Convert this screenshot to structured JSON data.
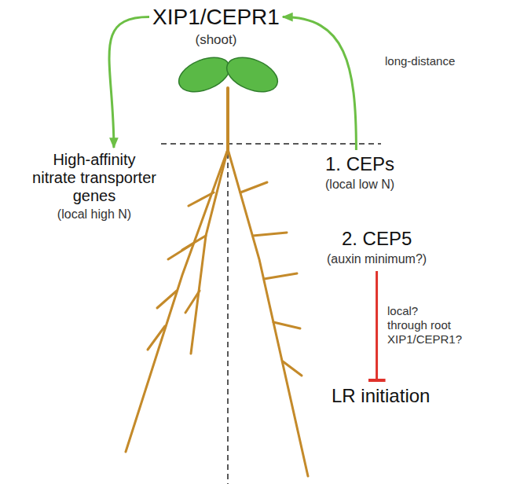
{
  "diagram": {
    "nodes": [
      {
        "text": [
          "XIP1/CEPR1",
          "(shoot)"
        ]
      },
      {
        "text": [
          "High-affinity nitrate transporter genes",
          "(local high N)"
        ]
      },
      {
        "text": [
          "1. CEPs",
          "(local low N)"
        ]
      },
      {
        "text": [
          "2. CEP5",
          "(auxin minimum?)"
        ]
      },
      {
        "text": [
          "LR initiation"
        ]
      }
    ],
    "edges": [
      {
        "from": 0,
        "to": 1,
        "arrow": "to"
      },
      {
        "from": 2,
        "to": 0,
        "label": "long-distance",
        "arrow": "to"
      },
      {
        "from": 3,
        "to": 4,
        "label": "local? through root XIP1/CEPR1?",
        "arrow": "to"
      }
    ]
  }
}
